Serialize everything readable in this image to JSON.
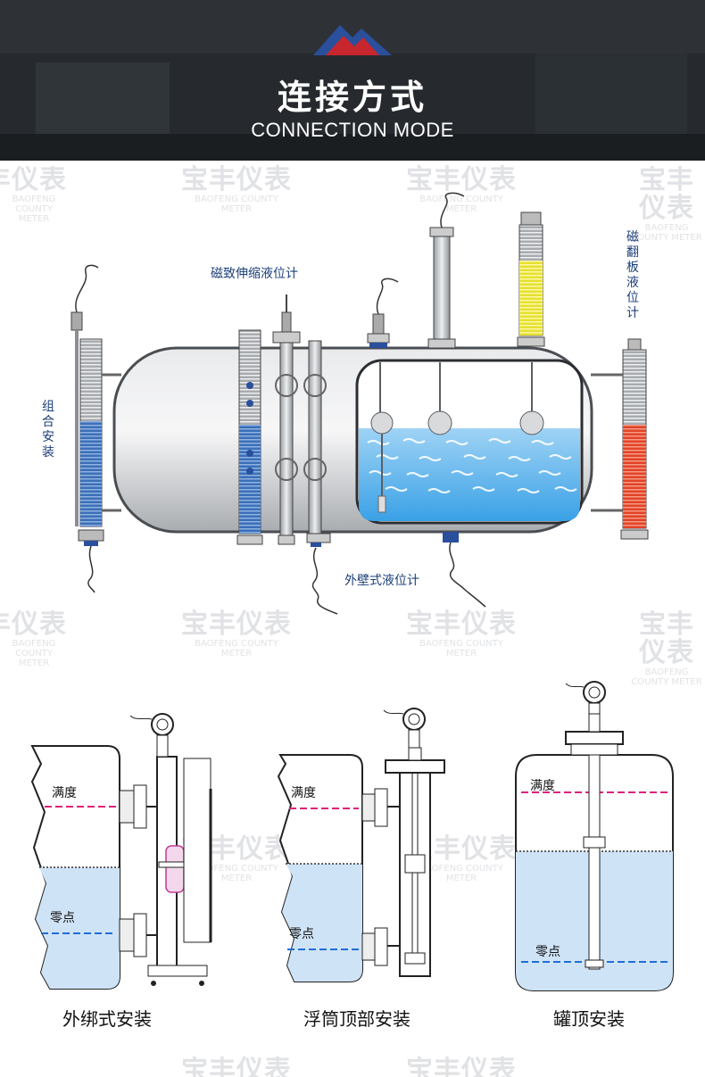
{
  "header": {
    "title_cn": "连接方式",
    "title_en": "CONNECTION MODE"
  },
  "watermark": {
    "cn": "宝丰仪表",
    "en": "BAOFENG COUNTY METER"
  },
  "diagram1": {
    "label_magnetostrictive": "磁致伸缩液位计",
    "label_external": "外壁式液位计",
    "label_combined": "组合安装",
    "label_flap": "磁翻板液位计"
  },
  "diagram2": {
    "full": "满度",
    "zero": "零点",
    "captions": [
      "外绑式安装",
      "浮筒顶部安装",
      "罐顶安装"
    ]
  },
  "colors": {
    "header_bg": "#1f2327",
    "label_blue": "#1c3f78",
    "liquid": "#cfe3f6",
    "level_full": "#e0207a",
    "level_zero": "#1f6ed6",
    "indicator_red": "#e84a2a",
    "indicator_yellow": "#f2ee4a"
  }
}
